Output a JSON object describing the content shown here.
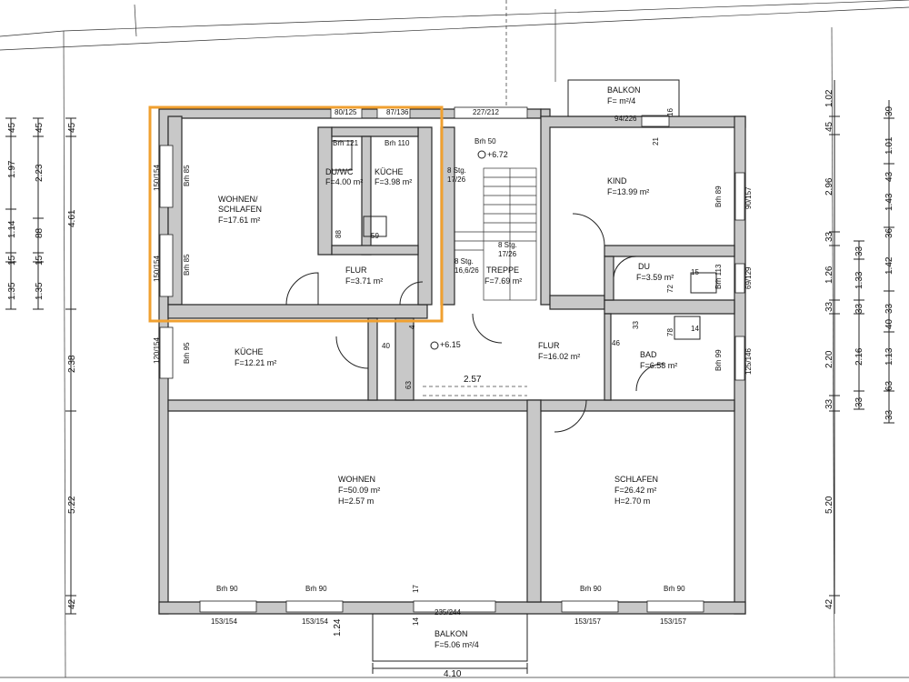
{
  "rooms": {
    "wohnen_schlafen": {
      "name": "WOHNEN/\nSCHLAFEN",
      "area": "F=17.61 m²",
      "brh_a": "Brh 85",
      "brh_b": "Brh 85",
      "win_a": "150/154",
      "win_b": "150/154"
    },
    "du_wc": {
      "name": "DU/WC",
      "area": "F=4.00 m²",
      "brh": "Brh 121",
      "dim": "88",
      "win": "80/125"
    },
    "kueche_small": {
      "name": "KÜCHE",
      "area": "F=3.98 m²",
      "brh": "Brh 110",
      "dim": "59",
      "win": "87/136"
    },
    "flur_small": {
      "name": "FLUR",
      "area": "F=3.71 m²"
    },
    "treppe": {
      "name": "TREPPE",
      "area": "F=7.69 m²",
      "brh": "Brh 50",
      "level": "+6.72",
      "stg_a": "8 Stg.",
      "stg_a2": "17/26",
      "stg_b": "8 Stg.",
      "stg_b2": "17/26",
      "stg_c": "8 Stg.",
      "stg_c2": "16,6/26",
      "win": "227/212"
    },
    "kind": {
      "name": "KIND",
      "area": "F=13.99 m²",
      "brh": "Brh 89",
      "win": "90/157"
    },
    "balkon_top": {
      "name": "BALKON",
      "area": "F= m²/4",
      "win": "94/226",
      "dim_a": "21",
      "dim_b": "16"
    },
    "du": {
      "name": "DU",
      "area": "F=3.59 m²",
      "brh": "Brh 113",
      "dim_a": "15",
      "dim_b": "72",
      "win": "69/129"
    },
    "bad": {
      "name": "BAD",
      "area": "F=6.58 m²",
      "brh": "Brh 99",
      "dim_a": "33",
      "dim_b": "78",
      "dim_c": "14",
      "dim_d": "46",
      "win": "125/146"
    },
    "kueche": {
      "name": "KÜCHE",
      "area": "F=12.21 m²",
      "brh": "Brh 95",
      "win": "120/154"
    },
    "flur": {
      "name": "FLUR",
      "area": "F=16.02 m²",
      "level": "+6.15",
      "dim_a": "40",
      "dim_b": "63",
      "dim_c": "2.57",
      "dim_d": "4"
    },
    "wohnen": {
      "name": "WOHNEN",
      "area": "F=50.09 m²",
      "height": "H=2.57 m",
      "brh_a": "Brh 90",
      "brh_b": "Brh 90",
      "win_a": "153/154",
      "win_b": "153/154"
    },
    "schlafen": {
      "name": "SCHLAFEN",
      "area": "F=26.42 m²",
      "height": "H=2.70 m",
      "brh_a": "Brh 90",
      "brh_b": "Brh 90",
      "win_a": "153/157",
      "win_b": "153/157"
    },
    "balkon_bottom": {
      "name": "BALKON",
      "area": "F=5.06 m²/4",
      "win": "235/244",
      "dim_a": "17",
      "dim_b": "14",
      "dim_c": "1.24",
      "dim_d": "4.10"
    }
  },
  "dims_left": {
    "outer": [
      "45",
      "1.97",
      "1.14",
      "15",
      "1.35"
    ],
    "mid": [
      "45",
      "2.23",
      "88",
      "15",
      "1.35"
    ],
    "inner": [
      "45",
      "4.61",
      "2.38",
      "5.22",
      "42"
    ]
  },
  "dims_right": {
    "a": [
      "1.02",
      "45",
      "2.96",
      "33",
      "1.26",
      "33",
      "2.20",
      "33",
      "5.20",
      "42"
    ],
    "b": [
      "33",
      "1.33",
      "33",
      "2.16",
      "33"
    ],
    "c": [
      "39",
      "1.01",
      "43",
      "1.43",
      "36",
      "1.42",
      "33",
      "40",
      "1.13",
      "63",
      "33"
    ]
  },
  "highlight_color": "#f0a030"
}
